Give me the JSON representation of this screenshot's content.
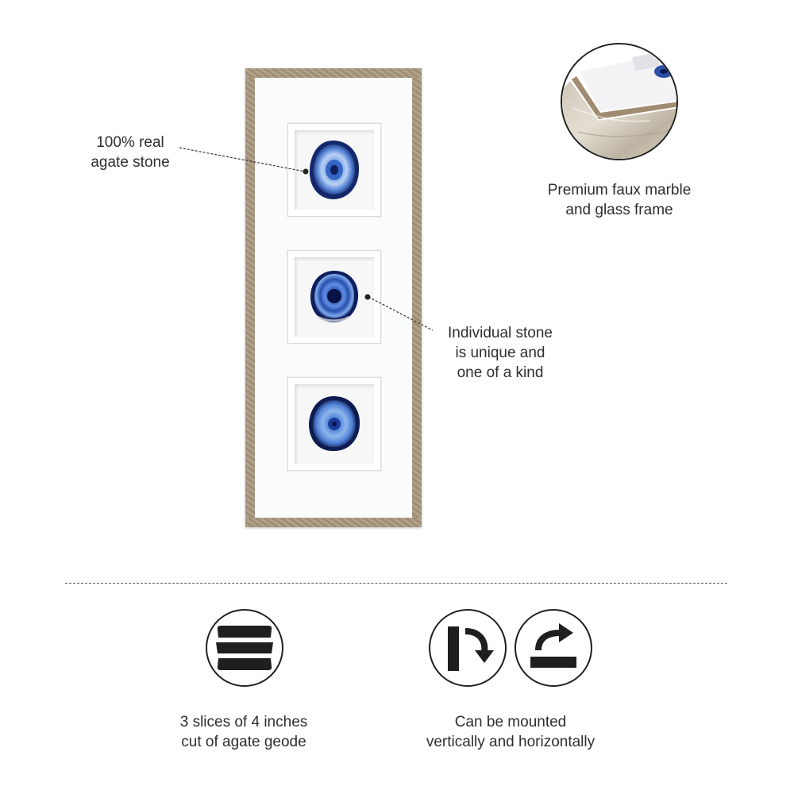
{
  "callouts": {
    "agate": {
      "line1": "100% real",
      "line2": "agate stone"
    },
    "unique": {
      "line1": "Individual stone",
      "line2": "is unique and",
      "line3": "one of a kind"
    },
    "frame": {
      "line1": "Premium faux marble",
      "line2": "and glass frame"
    }
  },
  "features": [
    {
      "icon": "stacked-slices-icon",
      "line1": "3 slices of 4 inches",
      "line2": "cut of agate geode"
    },
    {
      "icons": [
        "vertical-mount-icon",
        "horizontal-mount-icon"
      ],
      "line1": "Can be mounted",
      "line2": "vertically and horizontally"
    }
  ],
  "colors": {
    "frame": "#a8957c",
    "agate_dark": "#14276b",
    "agate_light": "#6f9de0",
    "icon": "#1f1f1f"
  }
}
